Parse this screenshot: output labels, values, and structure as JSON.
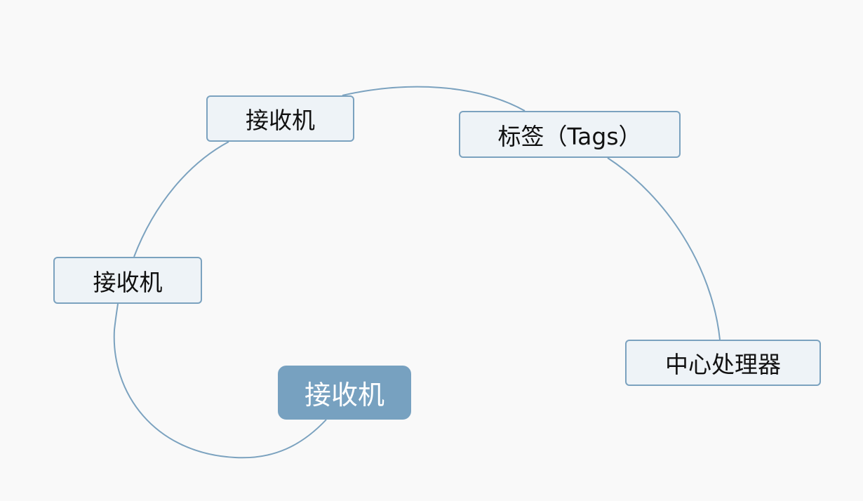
{
  "diagram": {
    "colors": {
      "background": "#f9f9f9",
      "connector": "#7ba2bf",
      "node_fill": "#eef3f7",
      "node_border": "#7ba2bf",
      "root_fill": "#77a1c0",
      "root_text": "#ffffff",
      "node_text": "#111111"
    },
    "nodes": {
      "root": {
        "label": "接收机"
      },
      "receiver_left": {
        "label": "接收机"
      },
      "receiver_top": {
        "label": "接收机"
      },
      "tags": {
        "label": "标签（Tags）"
      },
      "center_processor": {
        "label": "中心处理器"
      }
    }
  }
}
